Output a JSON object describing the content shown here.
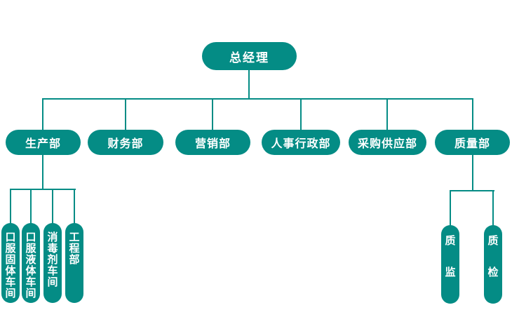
{
  "colors": {
    "node_fill": "#048c85",
    "node_text": "#ffffff",
    "connector": "#048c85",
    "background": "#ffffff"
  },
  "org_chart": {
    "root": {
      "label": "总经理"
    },
    "departments": [
      {
        "label": "生产部"
      },
      {
        "label": "财务部"
      },
      {
        "label": "营销部"
      },
      {
        "label": "人事行政部"
      },
      {
        "label": "采购供应部"
      },
      {
        "label": "质量部"
      }
    ],
    "production_children": [
      {
        "label": "口服固体车间"
      },
      {
        "label": "口服液体车间"
      },
      {
        "label": "消毒剂车间"
      },
      {
        "label": "工程部"
      }
    ],
    "quality_children": [
      {
        "label": "质监"
      },
      {
        "label": "质检"
      }
    ]
  }
}
